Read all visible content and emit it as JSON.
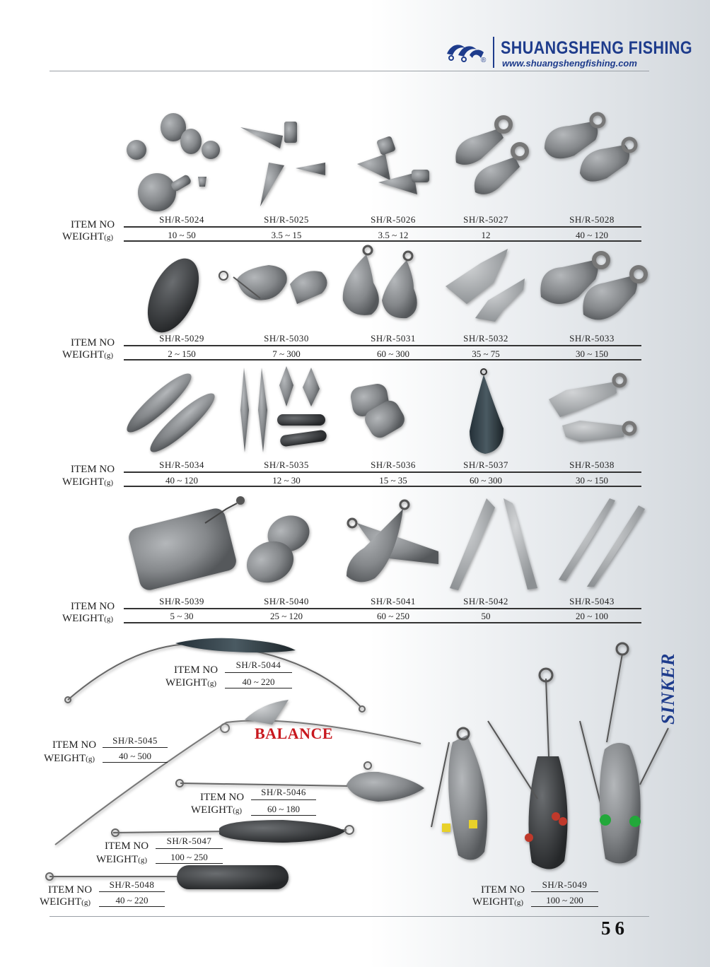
{
  "header": {
    "brand": "SHUANGSHENG FISHING",
    "url": "www.shuangshengfishing.com",
    "registered": "®"
  },
  "labels": {
    "item_no": "ITEM NO",
    "weight": "WEIGHT",
    "weight_unit": "(g)"
  },
  "rows": [
    {
      "items": [
        {
          "code": "SH/R-5024",
          "weight": "10 ~ 50"
        },
        {
          "code": "SH/R-5025",
          "weight": "3.5 ~ 15"
        },
        {
          "code": "SH/R-5026",
          "weight": "3.5 ~ 12"
        },
        {
          "code": "SH/R-5027",
          "weight": "12"
        },
        {
          "code": "SH/R-5028",
          "weight": "40 ~ 120"
        }
      ]
    },
    {
      "items": [
        {
          "code": "SH/R-5029",
          "weight": "2 ~ 150"
        },
        {
          "code": "SH/R-5030",
          "weight": "7 ~ 300"
        },
        {
          "code": "SH/R-5031",
          "weight": "60 ~ 300"
        },
        {
          "code": "SH/R-5032",
          "weight": "35 ~ 75"
        },
        {
          "code": "SH/R-5033",
          "weight": "30 ~ 150"
        }
      ]
    },
    {
      "items": [
        {
          "code": "SH/R-5034",
          "weight": "40 ~ 120"
        },
        {
          "code": "SH/R-5035",
          "weight": "12 ~ 30"
        },
        {
          "code": "SH/R-5036",
          "weight": "15 ~ 35"
        },
        {
          "code": "SH/R-5037",
          "weight": "60 ~ 300"
        },
        {
          "code": "SH/R-5038",
          "weight": "30 ~ 150"
        }
      ]
    },
    {
      "items": [
        {
          "code": "SH/R-5039",
          "weight": "5 ~ 30"
        },
        {
          "code": "SH/R-5040",
          "weight": "25 ~ 120"
        },
        {
          "code": "SH/R-5041",
          "weight": "60 ~ 250"
        },
        {
          "code": "SH/R-5042",
          "weight": "50"
        },
        {
          "code": "SH/R-5043",
          "weight": "20 ~ 100"
        }
      ]
    }
  ],
  "balance_items": [
    {
      "code": "SH/R-5044",
      "weight": "40 ~ 220"
    },
    {
      "code": "SH/R-5045",
      "weight": "40 ~ 500"
    },
    {
      "code": "SH/R-5046",
      "weight": "60 ~ 180"
    },
    {
      "code": "SH/R-5047",
      "weight": "100 ~ 250"
    },
    {
      "code": "SH/R-5048",
      "weight": "40 ~ 220"
    },
    {
      "code": "SH/R-5049",
      "weight": "100 ~ 200"
    }
  ],
  "balance_title": "BALANCE",
  "section_title": "SINKER",
  "page_number": "56",
  "colors": {
    "brand": "#1e3c8c",
    "accent": "#c8181e",
    "lead": "#8a8d90"
  }
}
